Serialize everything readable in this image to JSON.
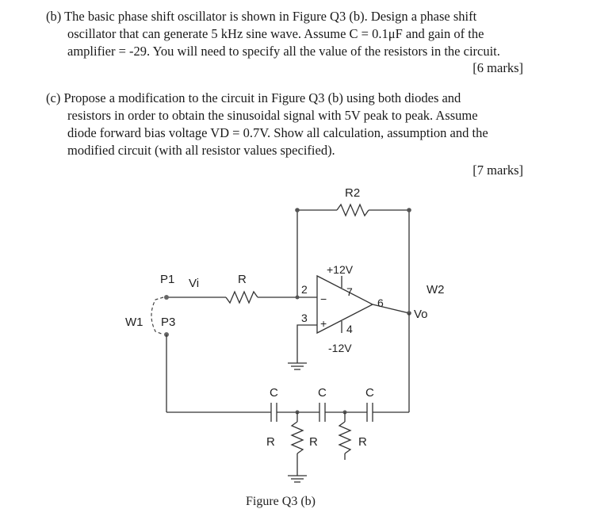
{
  "question_b": {
    "lines": [
      "(b) The basic phase shift oscillator is shown in Figure Q3 (b). Design a phase shift",
      "oscillator that can generate 5 kHz sine wave. Assume C = 0.1μF and gain of the",
      "amplifier = -29. You will need to specify all the value of the resistors in the circuit."
    ],
    "marks": "[6 marks]"
  },
  "question_c": {
    "lines": [
      "(c) Propose a modification to the circuit in Figure Q3 (b) using both diodes and",
      "resistors in order to obtain the sinusoidal signal with 5V peak to peak. Assume",
      "diode forward bias voltage VD = 0.7V. Show all calculation, assumption and the",
      "modified circuit (with all resistor values specified)."
    ],
    "marks": "[7 marks]"
  },
  "circuit": {
    "r2": "R2",
    "pos_supply": "+12V",
    "neg_supply": "-12V",
    "pin2": "2",
    "pin3": "3",
    "pin4": "4",
    "pin6": "6",
    "pin7": "7",
    "minus_sign": "−",
    "plus_sign": "+",
    "p1": "P1",
    "p3": "P3",
    "w1": "W1",
    "w2": "W2",
    "vi": "Vi",
    "vo": "Vo",
    "r_in": "R",
    "c1": "C",
    "c2": "C",
    "c3": "C",
    "r_a": "R",
    "r_b": "R",
    "r_c": "R"
  },
  "figure_caption": "Figure Q3 (b)"
}
